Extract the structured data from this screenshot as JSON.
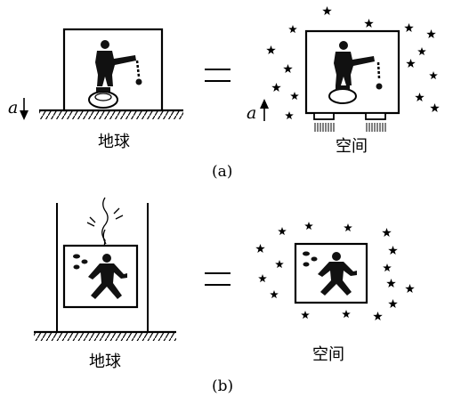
{
  "panel_a": {
    "left_caption": "地球",
    "right_caption": "空间",
    "accel_label_left": "a",
    "accel_label_right": "a",
    "sublabel": "(a)",
    "equals": "="
  },
  "panel_b": {
    "left_caption": "地球",
    "right_caption": "空间",
    "sublabel": "(b)",
    "equals": "="
  },
  "colors": {
    "ink": "#000000",
    "paper": "#ffffff"
  }
}
